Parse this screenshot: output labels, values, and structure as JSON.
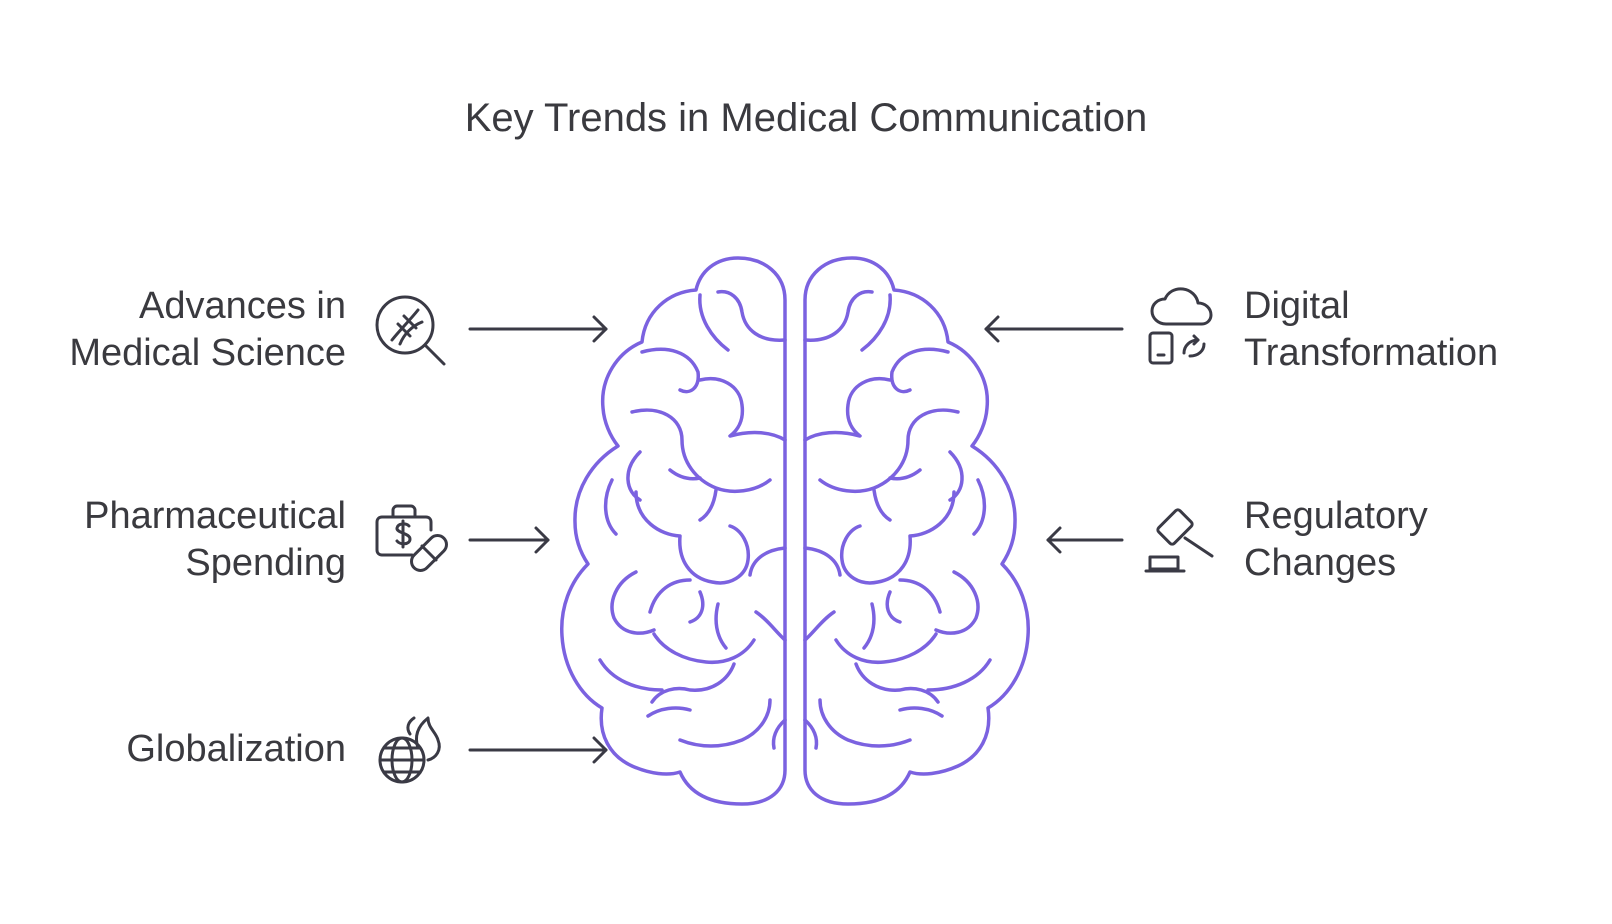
{
  "title": "Key Trends in Medical Communication",
  "colors": {
    "brain": "#7b62e0",
    "icon": "#3a3a45",
    "arrow": "#3a3a45",
    "text": "#3a3a3f"
  },
  "trends": [
    {
      "id": "advances",
      "side": "left",
      "lines": [
        "Advances in",
        "Medical Science"
      ],
      "icon": "dna-search-icon"
    },
    {
      "id": "pharma",
      "side": "left",
      "lines": [
        "Pharmaceutical",
        "Spending"
      ],
      "icon": "money-pill-icon"
    },
    {
      "id": "globalization",
      "side": "left",
      "lines": [
        "Globalization"
      ],
      "icon": "globe-fire-icon"
    },
    {
      "id": "digital",
      "side": "right",
      "lines": [
        "Digital",
        "Transformation"
      ],
      "icon": "cloud-phone-sync-icon"
    },
    {
      "id": "regulatory",
      "side": "right",
      "lines": [
        "Regulatory",
        "Changes"
      ],
      "icon": "gavel-icon"
    }
  ]
}
